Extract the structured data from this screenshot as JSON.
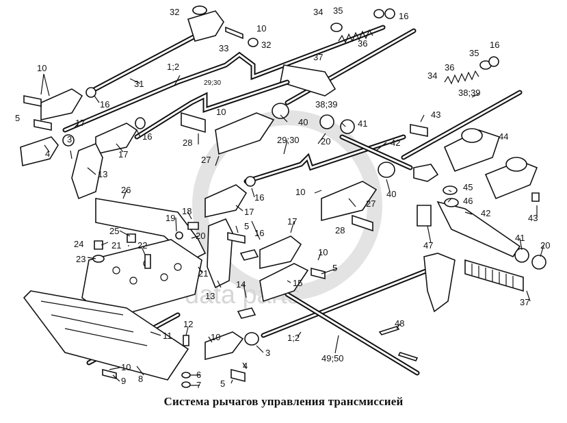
{
  "caption": "Система рычагов управления трансмиссией",
  "watermark": "data parts",
  "callouts": {
    "c1": "32",
    "c2": "34",
    "c3": "35",
    "c4": "16",
    "c5": "10",
    "c6": "33",
    "c7": "32",
    "c8": "36",
    "c9": "35",
    "c10": "16",
    "c11": "36",
    "c12": "34",
    "c13": "37",
    "c14": "38;39",
    "c15": "1;2",
    "c16": "29;30",
    "c17": "31",
    "c18": "10",
    "c19": "5",
    "c20": "16",
    "c21": "17",
    "c22": "10",
    "c23": "16",
    "c24": "3",
    "c25": "17",
    "c26": "4",
    "c27": "13",
    "c28": "28",
    "c29": "27",
    "c30": "40",
    "c31": "41",
    "c32": "20",
    "c33": "43",
    "c34": "38;39",
    "c35": "42",
    "c36": "44",
    "c37": "29;30",
    "c38": "16",
    "c39": "17",
    "c40": "10",
    "c41": "27",
    "c42": "40",
    "c43": "45",
    "c44": "46",
    "c45": "43",
    "c46": "42",
    "c47": "26",
    "c48": "19",
    "c49": "18",
    "c50": "20",
    "c51": "5",
    "c52": "28",
    "c53": "47",
    "c54": "41",
    "c55": "20",
    "c56": "24",
    "c57": "25",
    "c58": "21",
    "c59": "22",
    "c60": "23",
    "c61": "21",
    "c62": "16",
    "c63": "17",
    "c64": "10",
    "c65": "14",
    "c66": "13",
    "c67": "15",
    "c68": "5",
    "c69": "37",
    "c70": "11",
    "c71": "12",
    "c72": "10",
    "c73": "3",
    "c74": "1;2",
    "c75": "48",
    "c76": "49;50",
    "c77": "10",
    "c78": "8",
    "c79": "9",
    "c80": "4",
    "c81": "6",
    "c82": "7",
    "c83": "5"
  }
}
